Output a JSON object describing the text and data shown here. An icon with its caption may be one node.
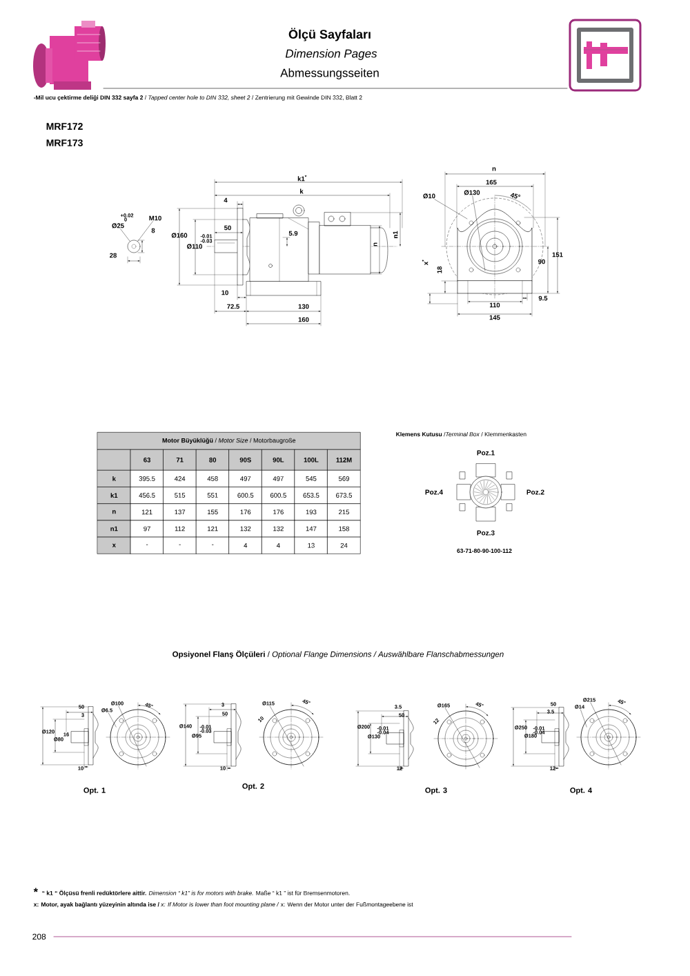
{
  "diagram": {
    "title": "Ölçü Sayfaları",
    "nodes": [
      {
        "text": [
          "Ø25"
        ]
      },
      {
        "text": [
          "M10"
        ]
      },
      {
        "text": [
          "Ø10"
        ]
      },
      {
        "text": [
          "Ø130"
        ]
      },
      {
        "text": [
          "Ø100"
        ]
      },
      {
        "text": [
          "Ø6.5"
        ]
      },
      {
        "text": [
          "Ø115"
        ]
      },
      {
        "text": [
          "Ø165"
        ]
      },
      {
        "text": [
          "Ø215"
        ]
      },
      {
        "text": [
          "Ø14"
        ]
      },
      {
        "text": [],
        "shape": "circle"
      }
    ],
    "edges": [
      {
        "from": 0,
        "to": 10,
        "arrow": "none"
      },
      {
        "from": 1,
        "to": 10,
        "arrow": "none"
      },
      {
        "from": 2,
        "to": null,
        "arrow": "none"
      },
      {
        "from": 3,
        "to": null,
        "arrow": "none"
      },
      {
        "from": 4,
        "to": null,
        "arrow": "none"
      },
      {
        "from": 5,
        "to": null,
        "arrow": "none"
      },
      {
        "from": 6,
        "to": null,
        "arrow": "none"
      },
      {
        "from": 7,
        "to": null,
        "arrow": "none"
      },
      {
        "from": 8,
        "to": null,
        "arrow": "none"
      },
      {
        "from": 9,
        "to": null,
        "arrow": "none"
      }
    ],
    "labels": [
      "Dimension Pages",
      "Abmessungsseiten",
      "**-Mil ucu çektirme deliği DIN 332 sayfa 2** / *Tapped center hole to DIN 332, sheet 2* / Zentrierung mit Gewinde DIN 332, Blatt 2",
      "MRF172",
      "MRF173",
      "+0.02",
      "0",
      "8",
      "28",
      "k1$^{*}$",
      "k",
      "4",
      "50",
      "Ø160",
      "-0.01",
      "-0.03",
      "Ø110",
      "5.9",
      "n",
      "n1",
      "10",
      "72.5",
      "130",
      "160",
      "n",
      "165",
      "45°",
      "151",
      "x$^{*}$",
      "90",
      "18",
      "9.5",
      "110",
      "145",
      "**Motor Büyüklüğü** / *Motor Size* / Motorbaugroße",
      "63",
      "71",
      "80",
      "90S",
      "90L",
      "100L",
      "112M",
      "k",
      "395.5",
      "424",
      "458",
      "497",
      "497",
      "545",
      "569",
      "k1",
      "456.5",
      "515",
      "551",
      "600.5",
      "600.5",
      "653.5",
      "673.5",
      "n",
      "121",
      "137",
      "155",
      "176",
      "176",
      "193",
      "215",
      "n1",
      "97",
      "112",
      "121",
      "132",
      "132",
      "147",
      "158",
      "x",
      "-",
      "-",
      "-",
      "4",
      "4",
      "13",
      "24",
      "**Klemens Kutusu** /*Terminal Box* / Klemmenkasten",
      "Poz.1",
      "Poz.4",
      "Poz.2",
      "Poz.3",
      "63-71-80-90-100-112",
      "**Opsiyonel Flanş Ölçüleri** / *Optional Flange Dimensions / Auswählbare Flanschabmessungen*",
      "50",
      "3",
      "45°",
      "Ø120",
      "16",
      "Ø80",
      "10",
      "Opt. 1",
      "3",
      "45°",
      "50",
      "10",
      "Ø140",
      "-0.01",
      "-0.03",
      "Ø95",
      "10",
      "Opt. 2",
      "3.5",
      "45°",
      "50",
      "12",
      "Ø200",
      "-0.01",
      "-0.04",
      "Ø130",
      "12",
      "Opt. 3",
      "50",
      "45°",
      "3.5",
      "Ø250",
      "-0.01",
      "-0.04",
      "Ø180",
      "12",
      "Opt. 4",
      "*",
      "**“ k1 “ Ölçüsü frenli redüktörlere aittir.** *Dimension “ k1” is for motors with brake.* Maße “ k1 ” ist für Bremsenmotoren.",
      "**x: Motor, ayak bağlantı yüzeyinin altında ise /** *x: If Motor is lower than foot mounting plane /* x: Wenn der Motor unter der Fußmontageebene ist",
      "208"
    ]
  }
}
